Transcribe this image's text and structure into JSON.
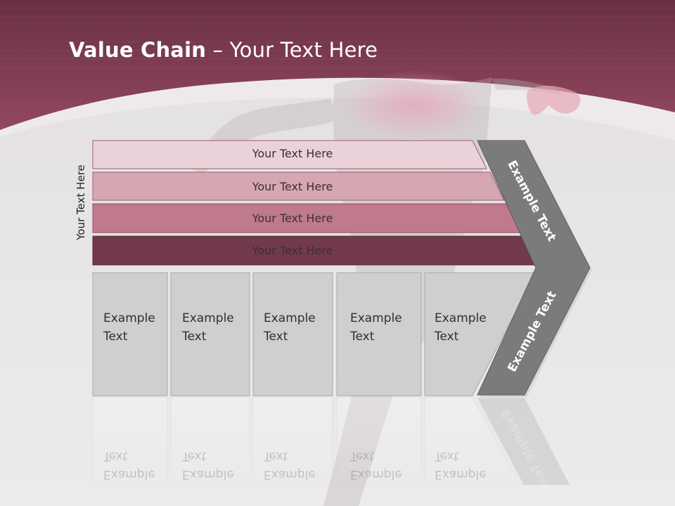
{
  "title": {
    "bold": "Value Chain",
    "rest": " – Your Text Here"
  },
  "side_label": "Your Text Here",
  "rows": [
    {
      "label": "Your Text Here",
      "color": "#ead2d9"
    },
    {
      "label": "Your Text Here",
      "color": "#d6a7b3"
    },
    {
      "label": "Your Text Here",
      "color": "#bf7a8b"
    },
    {
      "label": "Your Text Here",
      "color": "#72394b"
    }
  ],
  "boxes": [
    {
      "line1": "Example",
      "line2": "Text"
    },
    {
      "line1": "Example",
      "line2": "Text"
    },
    {
      "line1": "Example",
      "line2": "Text"
    },
    {
      "line1": "Example",
      "line2": "Text"
    },
    {
      "line1": "Example",
      "line2": "Text"
    }
  ],
  "chevron": {
    "upper": "Example Text",
    "lower": "Example Text"
  },
  "colors": {
    "header": "#8a4257",
    "chevron": "#7b7b7b",
    "box": "#cfcfcf"
  }
}
